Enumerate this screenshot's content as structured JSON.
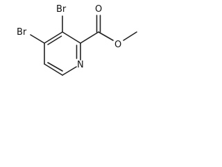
{
  "molecule": {
    "atom_labels": {
      "br_top": "Br",
      "br_left": "Br",
      "nitrogen": "N",
      "carbonyl_oxygen": "O",
      "ester_oxygen": "O"
    }
  }
}
